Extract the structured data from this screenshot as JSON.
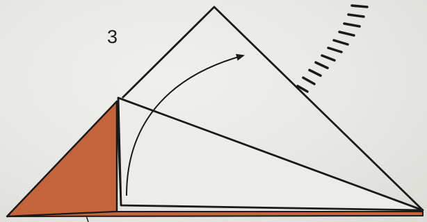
{
  "step": {
    "number": "3"
  },
  "colors": {
    "paper_back": "#c4643d",
    "outline": "#1a1a1a",
    "background": "#e9e9e6"
  },
  "diagram": {
    "arrow": "fold-direction-arrow",
    "fold_line": "dashed-valley-fold-line"
  }
}
